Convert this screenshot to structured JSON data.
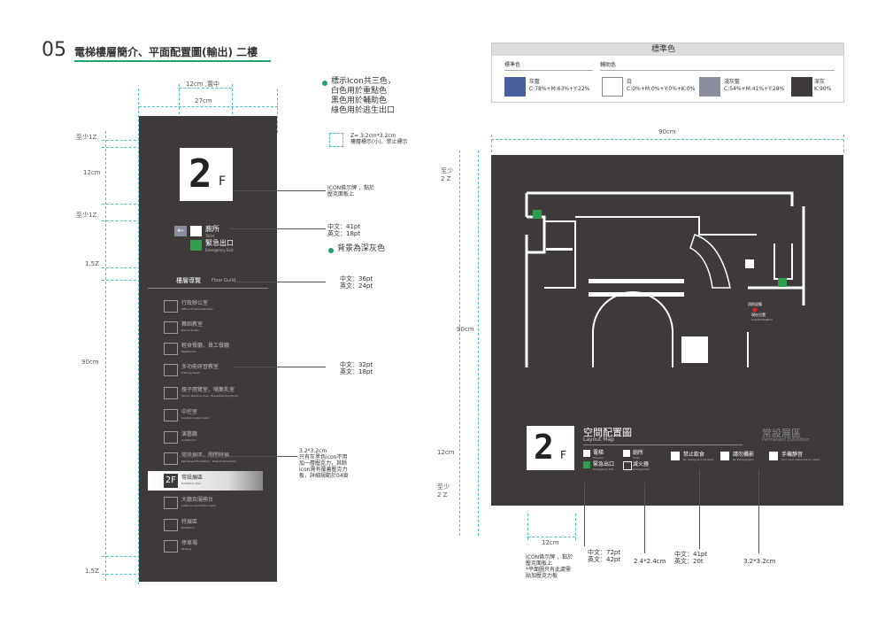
{
  "header": {
    "number": "05",
    "title": "電梯樓層簡介、平面配置圖(輸出) 二樓"
  },
  "colors": {
    "primary": "#4a5fa0",
    "white": "#ffffff",
    "light_gray": "#8a8e9c",
    "dark_gray": "#3e3a39",
    "accent_line": "#22a36a",
    "dim_line": "#4fc3c3"
  },
  "standard_colors": {
    "title": "標準色",
    "primary_label": "標準色",
    "secondary_label": "輔助色",
    "items": [
      {
        "name": "灰藍",
        "code": "C:78%+M:63%+Y:22%"
      },
      {
        "name": "白",
        "code": "C:0%+M:0%+Y:0%+K:0%"
      },
      {
        "name": "淺灰藍",
        "code": "C:54%+M:41%+Y:28%"
      },
      {
        "name": "深灰",
        "code": "K:90%"
      }
    ]
  },
  "left_dims": {
    "top_width": "12cm ,置中",
    "panel_width": "27cm",
    "at_least_1": "至少1Z",
    "h12": "12cm",
    "at_least_2": "至少1Z",
    "z15": "1.5Z",
    "h90": "90cm",
    "z15b": "1.5Z"
  },
  "notes": {
    "icon_colors": [
      "標示Icon共三色，",
      "白色用於重點色",
      "黑色用於輔助色",
      "綠色用於逃生出口"
    ],
    "z_size": [
      "Z= 3.2cm*3.2cm",
      "樓層標示(小)、禁止標示"
    ],
    "icon_mount": [
      "ICON條示牌 ，黏於",
      "壓克面板上"
    ],
    "font_41": [
      "中文：41pt",
      "英文：18pt"
    ],
    "bg_note": "背景為深灰色",
    "font_36": [
      "中文：36pt",
      "英文：24pt"
    ],
    "font_32": [
      "中文：32pt",
      "英文：18pt"
    ],
    "icon_32": [
      "3.2*3.2cm",
      "只有灰黑色icon不用",
      "加一層壓克力，其餘",
      "icon需有覆蓋壓克力",
      "板，詳細規範於04頁"
    ]
  },
  "sign": {
    "floor": "2",
    "floor_sub": "F",
    "toilet": "廁所",
    "toilet_en": "Toilet",
    "exit": "緊急出口",
    "exit_en": "Emergency Exit",
    "guide": "樓層導覽",
    "guide_en": "Floor Guild",
    "rooms": [
      {
        "zh": "行政辦公室",
        "en": "Office Of Administration"
      },
      {
        "zh": "舞蹈教室",
        "en": "Dance Studio"
      },
      {
        "zh": "輕食餐廳，員工餐廳",
        "en": "Restaurant"
      },
      {
        "zh": "多功能研習教室",
        "en": "Training Room"
      },
      {
        "zh": "親子閱覽室，哺集乳室",
        "en": "Family Reading Area · Breastfeeding Room"
      },
      {
        "zh": "中控室",
        "en": "Central Control room"
      },
      {
        "zh": "演藝廳",
        "en": "Auditorium"
      },
      {
        "zh": "常設展區，開閉特展",
        "en": "Permanent Exhibition · Feature Exhibition"
      },
      {
        "zh": "常設展區",
        "en": "Exhibition Hall"
      },
      {
        "zh": "大廳及服務台",
        "en": "Lobby & information desk"
      },
      {
        "zh": "特展區",
        "en": "Exhibition"
      },
      {
        "zh": "停車場",
        "en": "Parking"
      }
    ]
  },
  "right_dims": {
    "w90": "90cm",
    "at_least_2z": [
      "至少",
      "2 Z"
    ],
    "h90": "90cm",
    "h12": "12cm",
    "at_least_2z_b": [
      "至少",
      "2 Z"
    ],
    "bottom_12": "12cm"
  },
  "map": {
    "current_zh": "現在位置",
    "current_en": "Current Position",
    "exit_text": "消防設備",
    "title_zh": "空間配置圖",
    "title_en": "Layout Map",
    "zone_zh": "常設展區",
    "zone_en": "Permanent Exhibition",
    "legend": [
      {
        "zh": "電梯",
        "en": "Elevator"
      },
      {
        "zh": "廁所",
        "en": "Toilet"
      },
      {
        "zh": "緊急出口",
        "en": "Emergency Exit"
      },
      {
        "zh": "滅火器",
        "en": "Extinguisher"
      },
      {
        "zh": "禁止飲食",
        "en": "No eating and drinking"
      },
      {
        "zh": "請勿攝影",
        "en": "No Photography"
      },
      {
        "zh": "手機靜音",
        "en": "Turn your cellphone on silent"
      }
    ]
  },
  "bottom_notes": {
    "icon_mount": [
      "ICON條示牌 ，黏於",
      "壓克面板上",
      "*平面圖只有此處需",
      "貼加壓克力板"
    ],
    "font_72": [
      "中文：72pt",
      "英文：42pt"
    ],
    "size_24": "2.4*2.4cm",
    "font_41": [
      "中文：41pt",
      "英文：20t"
    ],
    "size_32": "3.2*3.2cm"
  }
}
